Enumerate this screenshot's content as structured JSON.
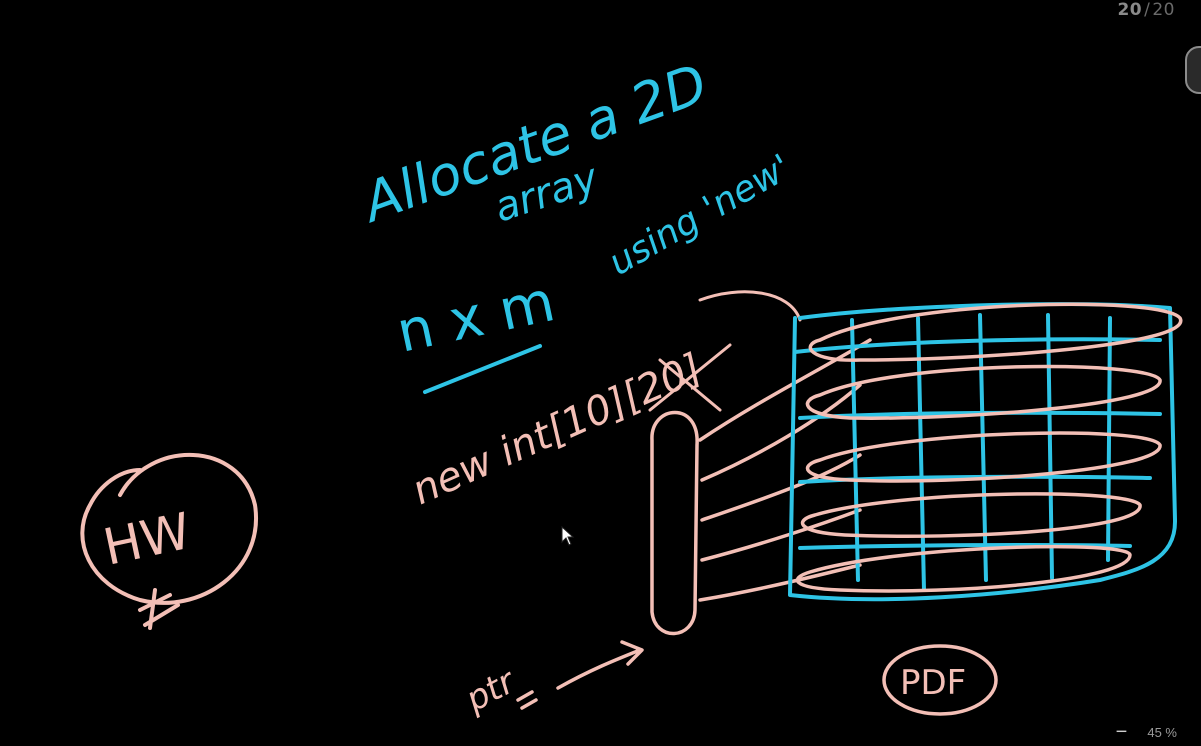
{
  "viewer": {
    "current_page": "20",
    "page_separator": "/",
    "total_pages": "20",
    "zoom_out_label": "−",
    "zoom_level": "45 %"
  },
  "colors": {
    "background": "#000000",
    "cyan_ink": "#2ec4e6",
    "pink_ink": "#f3bfb6"
  },
  "board": {
    "line1": "Allocate a 2D",
    "line2": "array",
    "line3": "using 'new'",
    "dimensions": "n x m",
    "code": "new int[10][20]",
    "ptr_label": "ptr",
    "hw_label": "HW",
    "pdf_label": "PDF"
  }
}
